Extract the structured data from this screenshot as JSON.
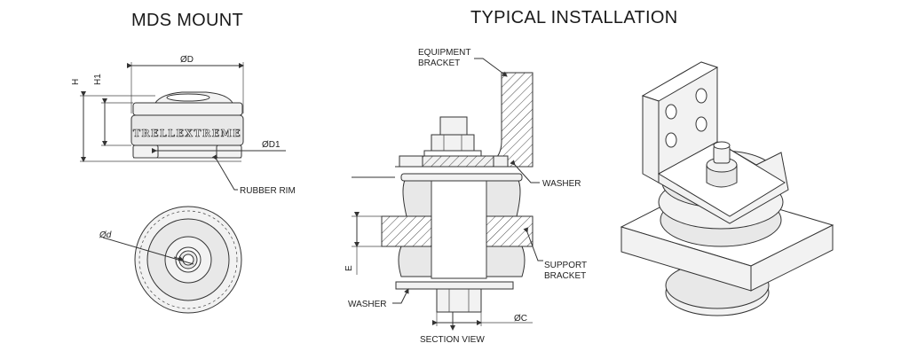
{
  "titles": {
    "left": "MDS MOUNT",
    "right": "TYPICAL INSTALLATION"
  },
  "mount_dims": {
    "od": "ØD",
    "h": "H",
    "h1": "H1",
    "od1": "ØD1",
    "rubber_rim": "RUBBER RIM",
    "d": "Ød",
    "brand": "TRELLEXTREME"
  },
  "section": {
    "equipment_bracket_1": "EQUIPMENT",
    "equipment_bracket_2": "BRACKET",
    "washer_top": "WASHER",
    "support_bracket_1": "SUPPORT",
    "support_bracket_2": "BRACKET",
    "washer_bottom": "WASHER",
    "e": "E",
    "oc": "ØC",
    "section_view": "SECTION VIEW"
  }
}
